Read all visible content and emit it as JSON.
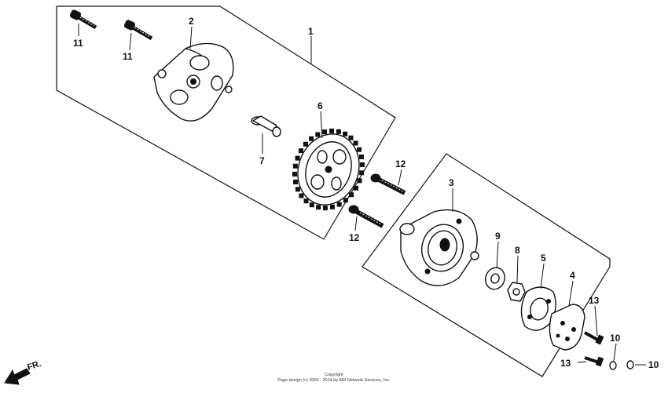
{
  "callouts": {
    "c1": "1",
    "c2": "2",
    "c3": "3",
    "c4": "4",
    "c5": "5",
    "c6": "6",
    "c7": "7",
    "c8": "8",
    "c9": "9",
    "c10a": "10",
    "c10b": "10",
    "c11a": "11",
    "c11b": "11",
    "c12a": "12",
    "c12b": "12",
    "c13a": "13",
    "c13b": "13"
  },
  "direction": {
    "label": "FR."
  },
  "copyright": {
    "line1": "Copyright",
    "line2": "Page design (c) 2004 - 2014 by ARI Network Services, Inc."
  },
  "colors": {
    "ink": "#111111",
    "paper": "#ffffff"
  }
}
